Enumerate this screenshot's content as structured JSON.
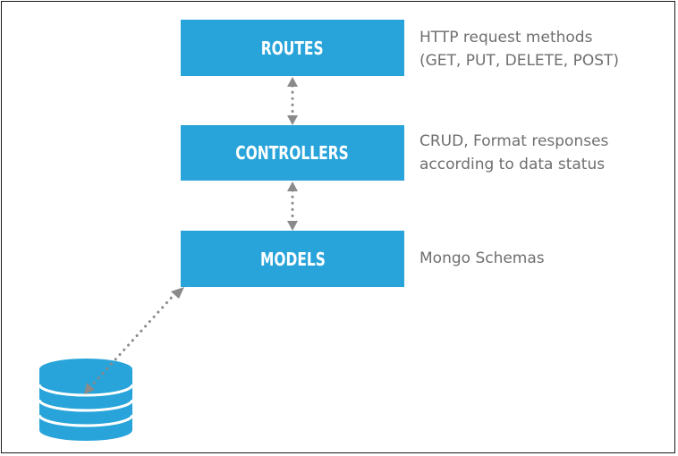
{
  "layers": {
    "routes": {
      "label": "ROUTES",
      "note_line1": "HTTP request methods",
      "note_line2": "(GET, PUT, DELETE, POST)"
    },
    "controllers": {
      "label": "CONTROLLERS",
      "note_line1": "CRUD, Format responses",
      "note_line2": "according to data status"
    },
    "models": {
      "label": "MODELS",
      "note_line1": "Mongo Schemas"
    }
  },
  "colors": {
    "box_fill": "#28a4da",
    "box_text": "#ffffff",
    "note_text": "#6f6f6f",
    "connector": "#8a8a8a",
    "database": "#28a4da"
  },
  "icons": {
    "database": "database-icon",
    "connectors": "dotted-double-arrow"
  }
}
